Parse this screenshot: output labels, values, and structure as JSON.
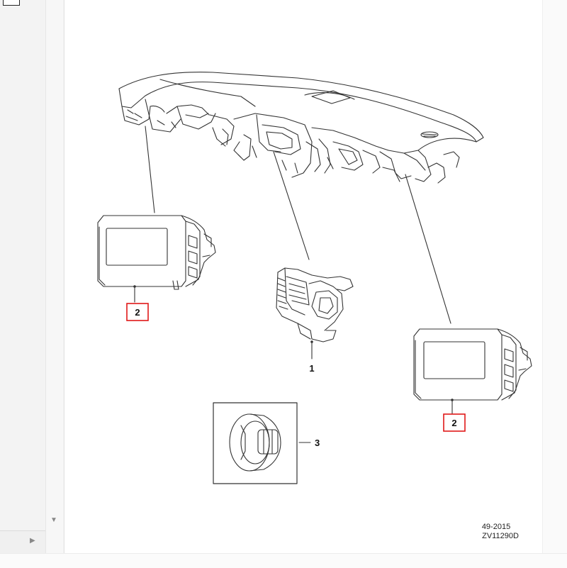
{
  "diagram": {
    "callouts": [
      {
        "id": "left-airbag",
        "label": "2",
        "highlighted": true
      },
      {
        "id": "center-vent",
        "label": "1",
        "highlighted": false
      },
      {
        "id": "right-airbag",
        "label": "2",
        "highlighted": true
      },
      {
        "id": "detail",
        "label": "3",
        "highlighted": false
      }
    ],
    "footer": {
      "date": "49-2015",
      "code": "ZV11290D"
    }
  },
  "colors": {
    "highlight": "#e01818",
    "line": "#333333",
    "panel": "#f3f3f3"
  },
  "icons": {
    "scroll_down": "scroll-down-arrow-icon",
    "scroll_right": "scroll-right-arrow-icon"
  }
}
